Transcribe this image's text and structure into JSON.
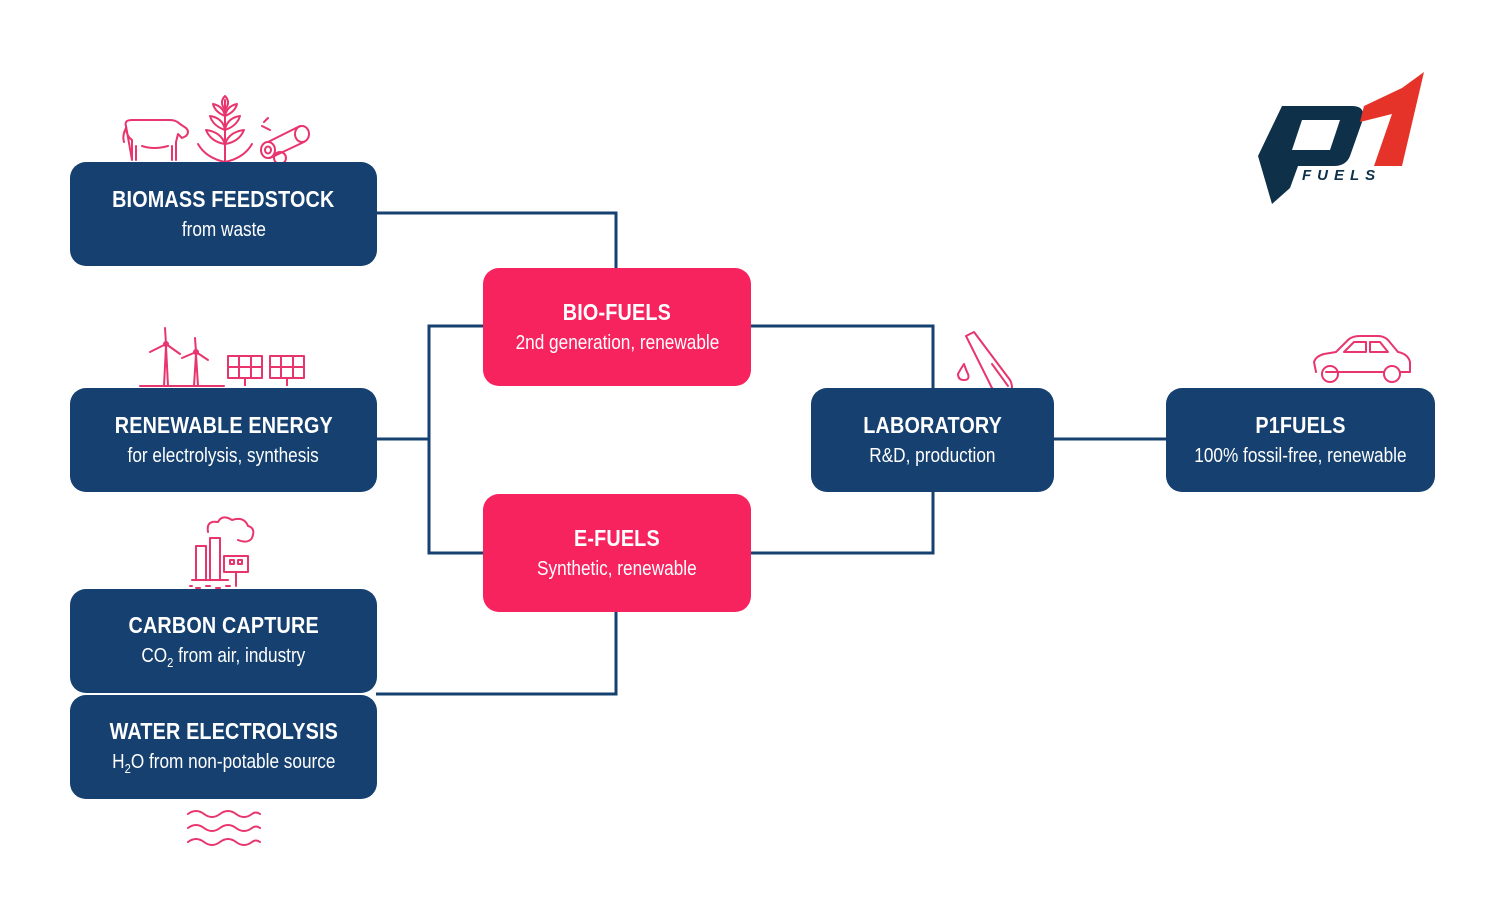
{
  "colors": {
    "navy": "#15406f",
    "pink": "#f7235e",
    "icon": "#e8356e",
    "logo_dark": "#0e3149",
    "logo_red": "#e63329"
  },
  "logo": {
    "text": "FUELS"
  },
  "nodes": {
    "biomass": {
      "title": "BIOMASS FEEDSTOCK",
      "subtitle": "from waste"
    },
    "renewable": {
      "title": "RENEWABLE ENERGY",
      "subtitle": "for electrolysis, synthesis"
    },
    "carbon": {
      "title": "CARBON CAPTURE",
      "sub_pre": "CO",
      "sub_num": "2",
      "sub_post": " from air, industry"
    },
    "water": {
      "title": "WATER ELECTROLYSIS",
      "sub_pre": "H",
      "sub_num": "2",
      "sub_post": "O from non-potable source"
    },
    "biofuels": {
      "title": "BIO-FUELS",
      "subtitle": "2nd generation, renewable"
    },
    "efuels": {
      "title": "E-FUELS",
      "subtitle": "Synthetic, renewable"
    },
    "laboratory": {
      "title": "LABORATORY",
      "subtitle": "R&D, production"
    },
    "p1fuels": {
      "title": "P1FUELS",
      "subtitle": "100% fossil-free, renewable"
    }
  },
  "icons": [
    "cow-icon",
    "wheat-icon",
    "logs-icon",
    "wind-turbine-icon",
    "solar-panel-icon",
    "factory-icon",
    "test-tube-icon",
    "car-icon",
    "water-waves-icon"
  ]
}
